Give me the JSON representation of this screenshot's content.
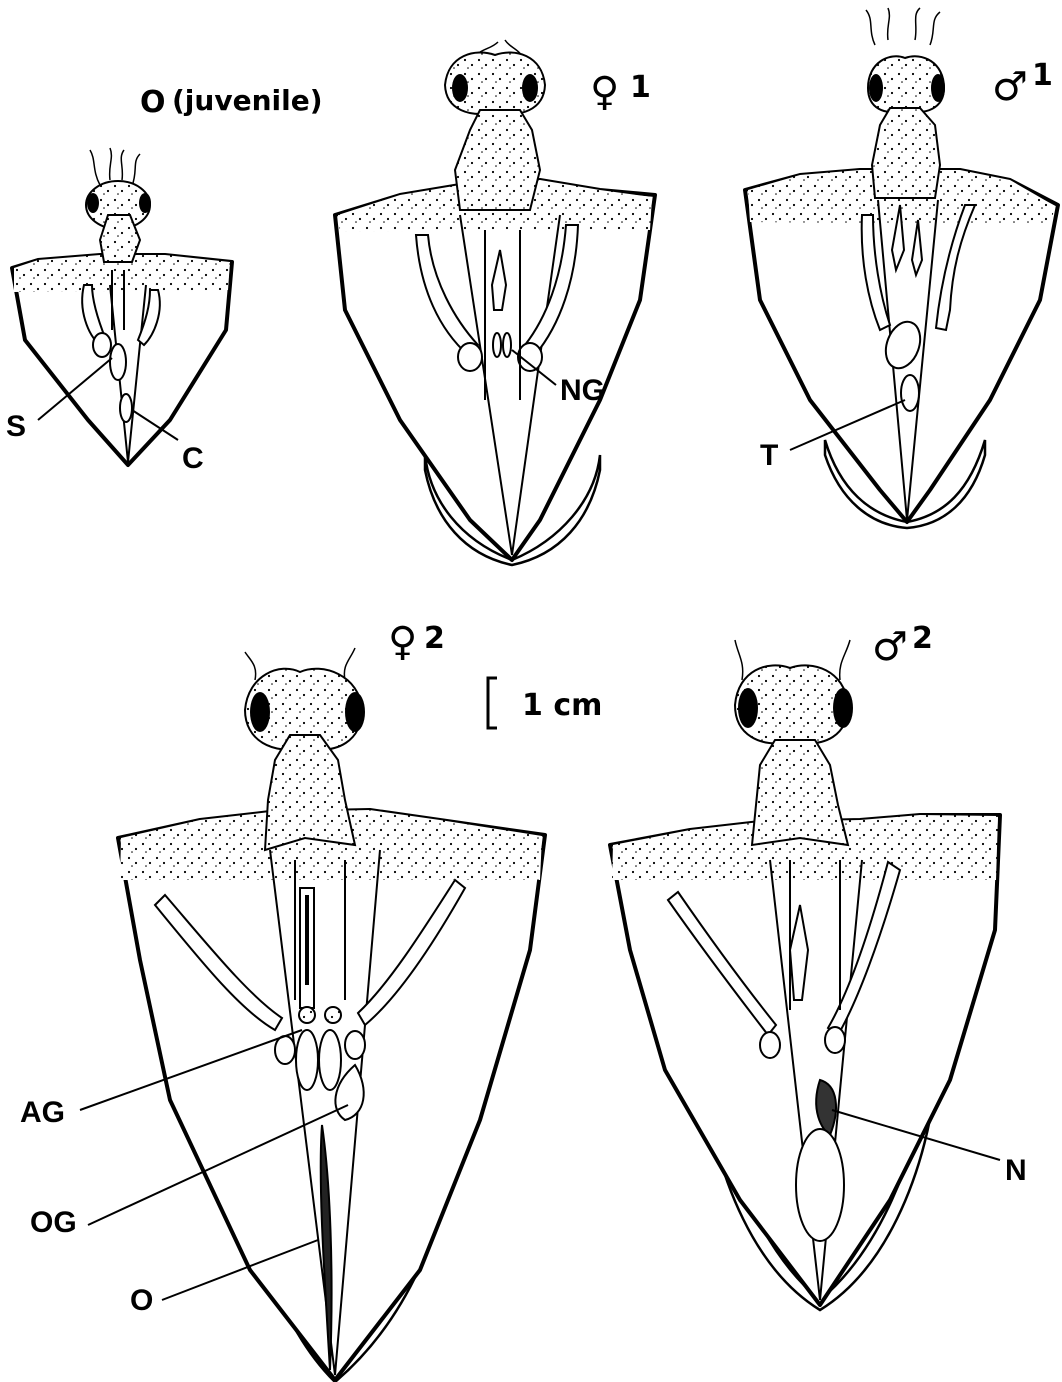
{
  "figure": {
    "stages": [
      {
        "id": "juvenile",
        "symbol": "O",
        "text": "(juvenile)"
      },
      {
        "id": "female-1",
        "symbol": "♀",
        "text": "1"
      },
      {
        "id": "male-1",
        "symbol": "♂",
        "text": "1"
      },
      {
        "id": "female-2",
        "symbol": "♀",
        "text": "2"
      },
      {
        "id": "male-2",
        "symbol": "♂",
        "text": "2"
      }
    ],
    "scale_bar": {
      "text": "1 cm"
    },
    "organ_labels": {
      "S": "S",
      "C": "C",
      "NG": "NG",
      "T": "T",
      "AG": "AG",
      "OG": "OG",
      "O": "O",
      "N": "N"
    }
  }
}
